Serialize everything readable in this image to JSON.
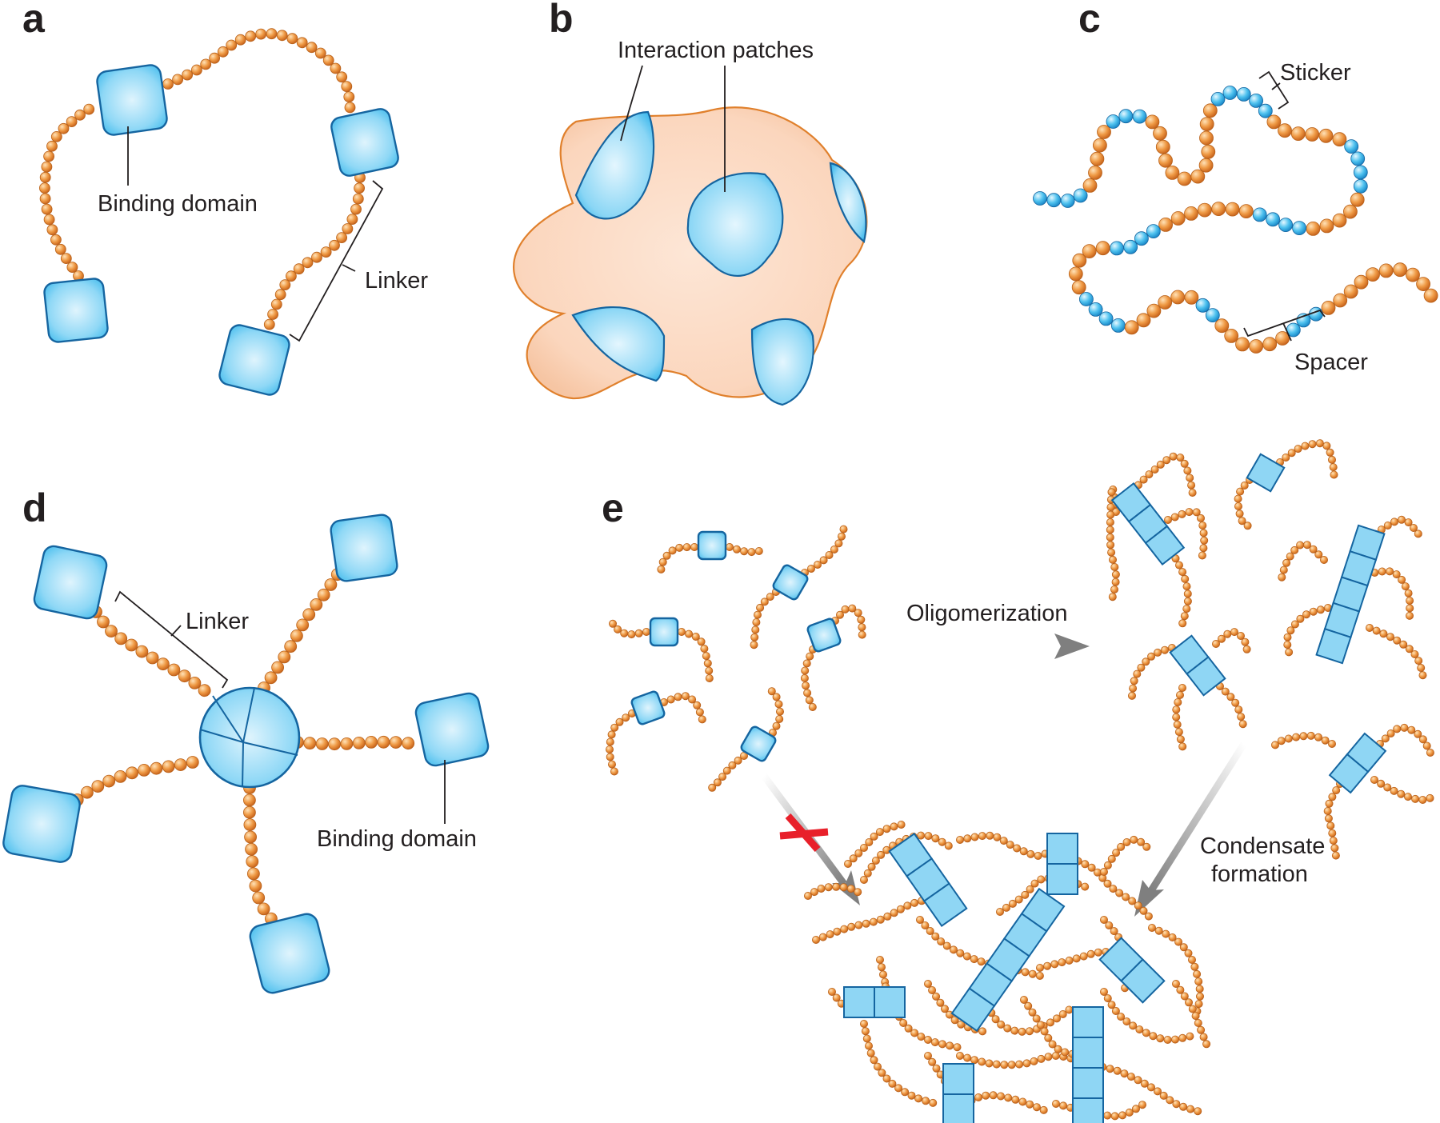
{
  "panels": {
    "a": {
      "letter": "a",
      "binding_domain": "Binding domain",
      "linker": "Linker"
    },
    "b": {
      "letter": "b",
      "interaction_patches": "Interaction patches"
    },
    "c": {
      "letter": "c",
      "sticker": "Sticker",
      "spacer": "Spacer"
    },
    "d": {
      "letter": "d",
      "linker": "Linker",
      "binding_domain": "Binding domain"
    },
    "e": {
      "letter": "e",
      "oligomerization": "Oligomerization",
      "condensate_line1": "Condensate",
      "condensate_line2": "formation"
    }
  },
  "colors": {
    "bead": "#e0802c",
    "bead_stroke": "#b8611a",
    "domain": "#6fd0f4",
    "domain_stroke": "#1565a0",
    "patch_fill": "#fbd8c0",
    "arrow": "#8a8a8a",
    "blocked_mark": "#e8202a",
    "text": "#231f20"
  }
}
